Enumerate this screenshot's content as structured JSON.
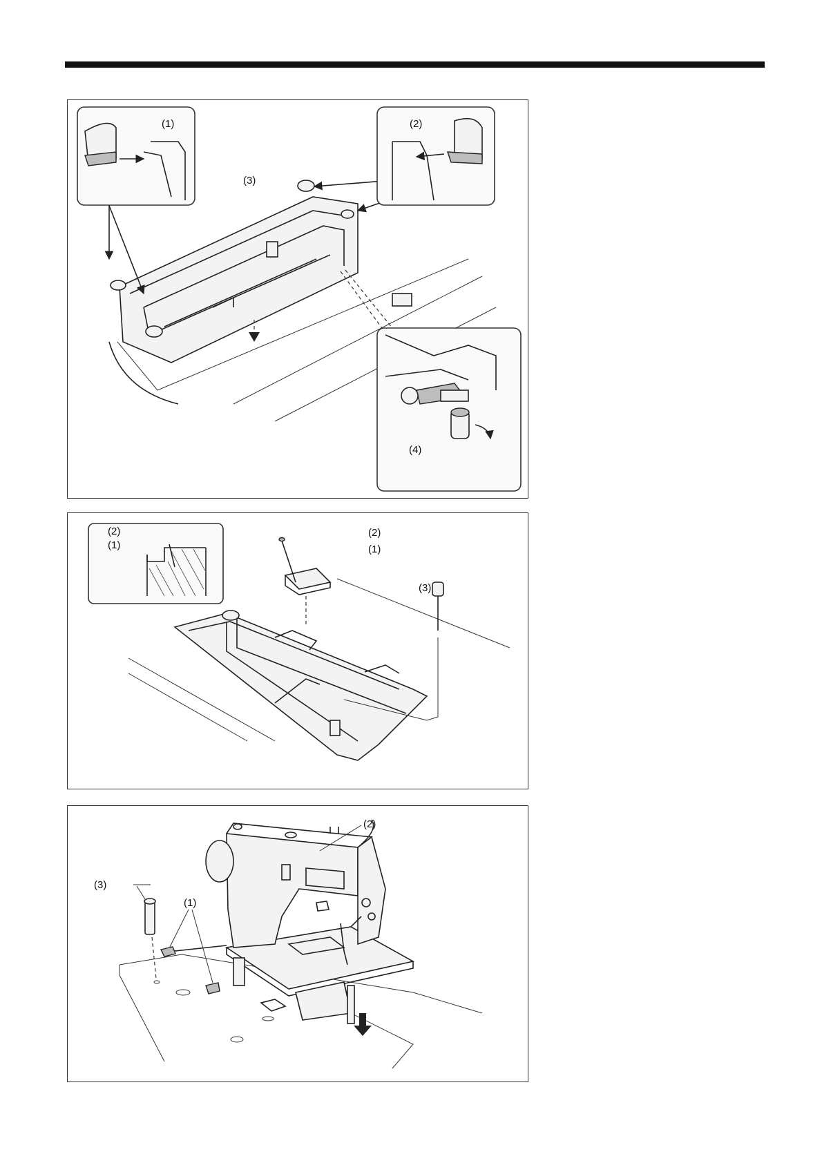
{
  "figure1": {
    "labels": [
      "(1)",
      "(2)",
      "(3)",
      "(4)"
    ]
  },
  "figure2": {
    "labels": [
      "(2)",
      "(1)",
      "(2)",
      "(1)",
      "(3)"
    ]
  },
  "figure3": {
    "labels": [
      "(2)",
      "(3)",
      "(1)"
    ]
  }
}
